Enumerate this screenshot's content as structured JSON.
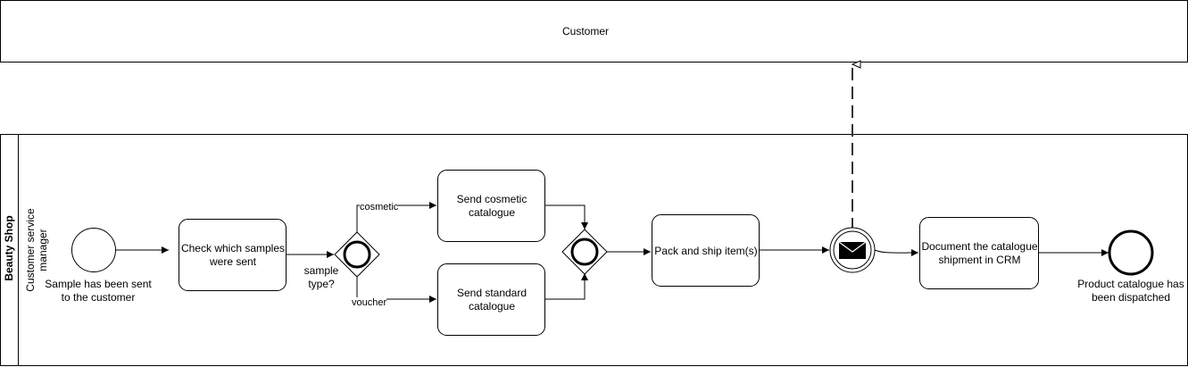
{
  "pools": {
    "customer": {
      "title": "Customer"
    },
    "shop": {
      "title": "Beauty Shop",
      "lane": "Customer service manager"
    }
  },
  "events": {
    "start": {
      "label": "Sample has been sent to the customer"
    },
    "end": {
      "label": "Product catalogue has been dispatched"
    }
  },
  "tasks": {
    "check": "Check which samples were sent",
    "cosmetic": "Send cosmetic catalogue",
    "standard": "Send standard catalogue",
    "pack": "Pack and ship item(s)",
    "document": "Document the catalogue shipment in CRM"
  },
  "gateways": {
    "split": {
      "label": "sample type?"
    }
  },
  "flows": {
    "cosmetic": "cosmetic",
    "voucher": "voucher"
  },
  "colors": {
    "stroke": "#000000",
    "fill": "#ffffff",
    "message_flow": "#333333"
  }
}
